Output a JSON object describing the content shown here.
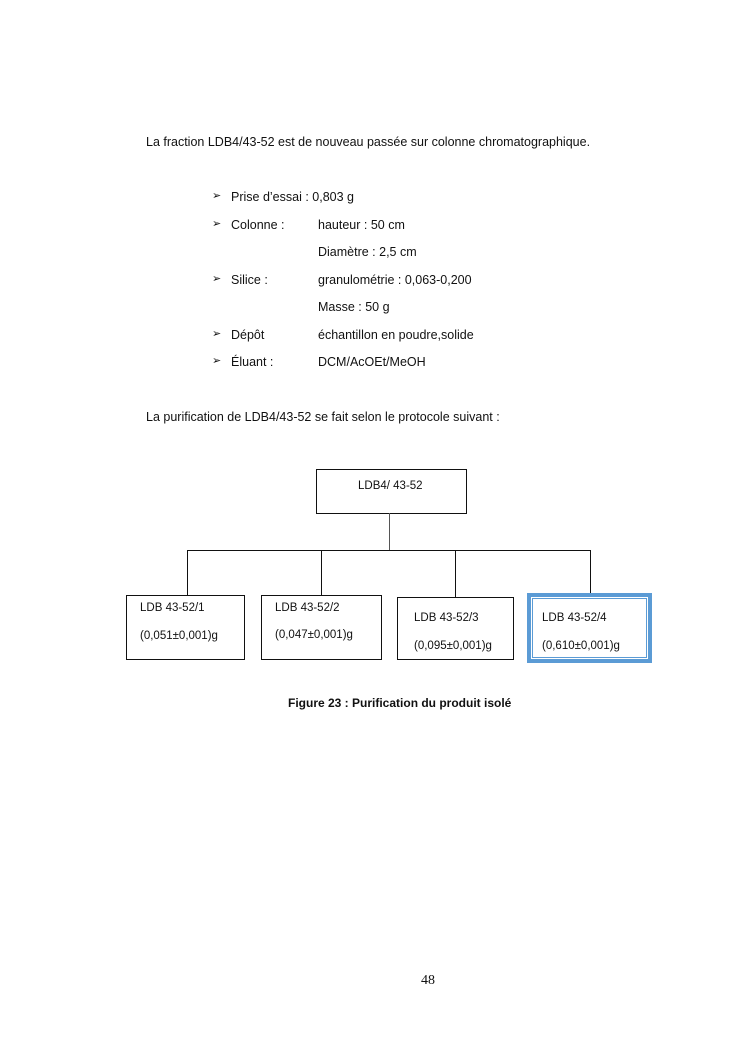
{
  "intro": "La fraction LDB4/43-52 est de nouveau passée sur colonne chromatographique.",
  "bullets": [
    {
      "label": "Prise d’essai : 0,803  g",
      "values": []
    },
    {
      "label": "Colonne :",
      "values": [
        "hauteur : 50 cm",
        "Diamètre : 2,5 cm"
      ]
    },
    {
      "label": "Silice :",
      "values": [
        "granulométrie : 0,063-0,200",
        "Masse : 50 g"
      ]
    },
    {
      "label": "Dépôt",
      "values": [
        "échantillon en poudre,solide"
      ]
    },
    {
      "label": "Éluant :",
      "values": [
        "DCM/AcOEt/MeOH"
      ]
    }
  ],
  "bullet_icon": "arrowhead-bullet-icon",
  "protocol_intro": "La purification de LDB4/43-52 se fait selon le protocole suivant :",
  "diagram": {
    "root": "LDB4/ 43-52",
    "children": [
      {
        "name": "LDB 43-52/1",
        "mass": "(0,051±0,001)g"
      },
      {
        "name": "LDB 43-52/2",
        "mass": "(0,047±0,001)g"
      },
      {
        "name": "LDB 43-52/3",
        "mass": "(0,095±0,001)g"
      },
      {
        "name": "LDB 43-52/4",
        "mass": "(0,610±0,001)g"
      }
    ],
    "highlight_color": "#5b9bd5"
  },
  "caption": "Figure 23 : Purification du produit isolé",
  "page_number": "48"
}
